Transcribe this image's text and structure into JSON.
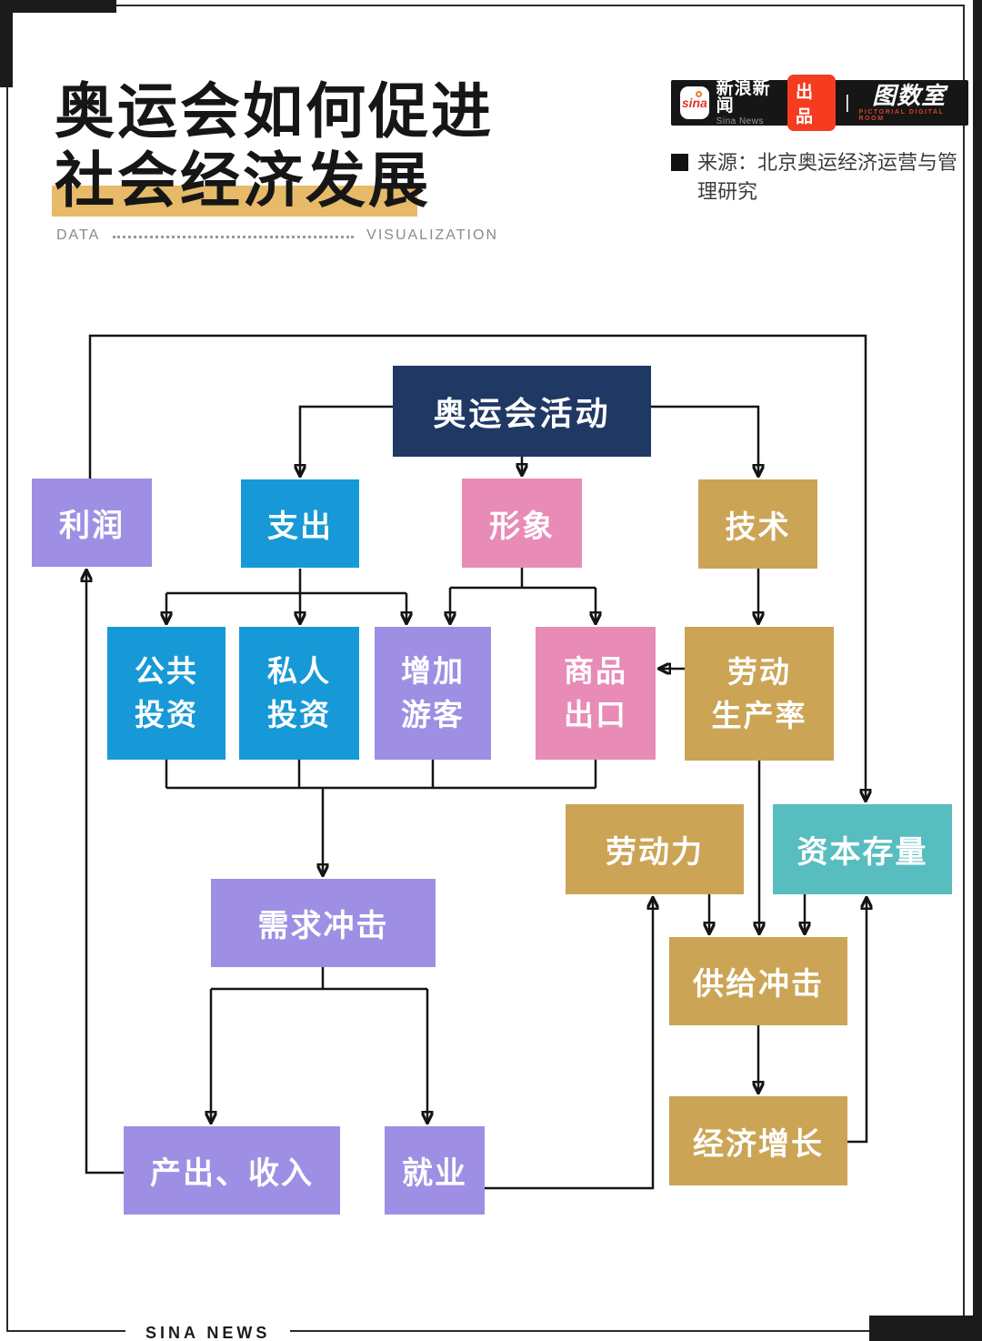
{
  "header": {
    "title_line1": "奥运会如何促进",
    "title_line2": "社会经济发展",
    "subtitle_left": "DATA",
    "subtitle_right": "VISUALIZATION",
    "brand_bar": {
      "sina_logo_text": "sina",
      "brand_name": "新浪新闻",
      "brand_name_en": "Sina News",
      "badge": "出品",
      "divider": "|",
      "studio_logo": "图数室",
      "studio_tagline": "PICTORIAL DIGITAL ROOM"
    },
    "source_text": "来源：北京奥运经济运营与管理研究"
  },
  "footer": {
    "brand": "SINA NEWS"
  },
  "colors": {
    "navy": "#1f3864",
    "blue": "#1699d6",
    "purple": "#9e8fe4",
    "pink": "#e88bb6",
    "tan": "#cba455",
    "teal": "#58bdbf",
    "line": "#141414",
    "title_highlight": "#e6ba69",
    "badge_red": "#f53b20"
  },
  "chart_data": {
    "type": "flowchart",
    "title": "奥运会如何促进社会经济发展",
    "source": "北京奥运经济运营与管理研究"
  },
  "diagram": {
    "nodes": {
      "olympics": {
        "label": "奥运会活动",
        "color": "#1f3864"
      },
      "profit": {
        "label": "利润",
        "color": "#9e8fe4"
      },
      "expenditure": {
        "label": "支出",
        "color": "#1699d6"
      },
      "image": {
        "label": "形象",
        "color": "#e88bb6"
      },
      "technology": {
        "label": "技术",
        "color": "#cba455"
      },
      "public_investment": {
        "label": [
          "公共",
          "投资"
        ],
        "color": "#1699d6"
      },
      "private_investment": {
        "label": [
          "私人",
          "投资"
        ],
        "color": "#1699d6"
      },
      "more_tourists": {
        "label": [
          "增加",
          "游客"
        ],
        "color": "#9e8fe4"
      },
      "commodity_export": {
        "label": [
          "商品",
          "出口"
        ],
        "color": "#e88bb6"
      },
      "labor_productivity": {
        "label": [
          "劳动",
          "生产率"
        ],
        "color": "#cba455"
      },
      "labor_force": {
        "label": "劳动力",
        "color": "#cba455"
      },
      "capital_stock": {
        "label": "资本存量",
        "color": "#58bdbf"
      },
      "demand_shock": {
        "label": "需求冲击",
        "color": "#9e8fe4"
      },
      "supply_shock": {
        "label": "供给冲击",
        "color": "#cba455"
      },
      "economic_growth": {
        "label": "经济增长",
        "color": "#cba455"
      },
      "output_income": {
        "label": "产出、收入",
        "color": "#9e8fe4"
      },
      "employment": {
        "label": "就业",
        "color": "#9e8fe4"
      }
    },
    "edges": [
      {
        "from": "olympics",
        "to": "expenditure"
      },
      {
        "from": "olympics",
        "to": "image"
      },
      {
        "from": "olympics",
        "to": "technology"
      },
      {
        "from": "profit",
        "to": "capital_stock"
      },
      {
        "from": "expenditure",
        "to": "public_investment"
      },
      {
        "from": "expenditure",
        "to": "private_investment"
      },
      {
        "from": "expenditure",
        "to": "more_tourists"
      },
      {
        "from": "image",
        "to": "more_tourists"
      },
      {
        "from": "image",
        "to": "commodity_export"
      },
      {
        "from": "technology",
        "to": "labor_productivity"
      },
      {
        "from": "labor_productivity",
        "to": "commodity_export"
      },
      {
        "from": "public_investment",
        "to": "demand_shock"
      },
      {
        "from": "private_investment",
        "to": "demand_shock"
      },
      {
        "from": "more_tourists",
        "to": "demand_shock"
      },
      {
        "from": "commodity_export",
        "to": "demand_shock"
      },
      {
        "from": "demand_shock",
        "to": "output_income"
      },
      {
        "from": "demand_shock",
        "to": "employment"
      },
      {
        "from": "output_income",
        "to": "profit"
      },
      {
        "from": "employment",
        "to": "labor_force"
      },
      {
        "from": "labor_force",
        "to": "supply_shock"
      },
      {
        "from": "labor_productivity",
        "to": "supply_shock"
      },
      {
        "from": "capital_stock",
        "to": "supply_shock"
      },
      {
        "from": "supply_shock",
        "to": "economic_growth"
      },
      {
        "from": "economic_growth",
        "to": "capital_stock"
      }
    ]
  }
}
